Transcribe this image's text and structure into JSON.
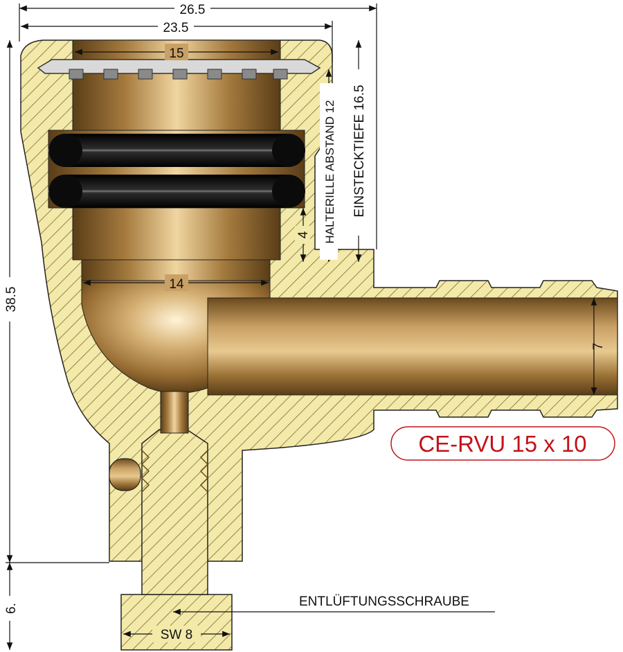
{
  "dimensions": {
    "overall_width": "26.5",
    "inner_width": "23.5",
    "bore_top": "15",
    "bore_bottom": "14",
    "overall_height": "38.5",
    "screw_height": "6.",
    "outlet_bore": "7",
    "step": "4",
    "holding_ring_distance": "HALTERILLE ABSTAND 12",
    "insertion_depth": "EINSTECKTIEFE 16.5",
    "wrench_size": "SW 8"
  },
  "labels": {
    "vent_screw": "ENTLÜFTUNGSSCHRAUBE",
    "product_code": "CE-RVU 15 x 10"
  },
  "colors": {
    "body_fill": "#f3e9a8",
    "hatch": "#7a6a3a",
    "brass": "#b98d4c",
    "oring": "#111111",
    "title_red": "#c0141a"
  }
}
